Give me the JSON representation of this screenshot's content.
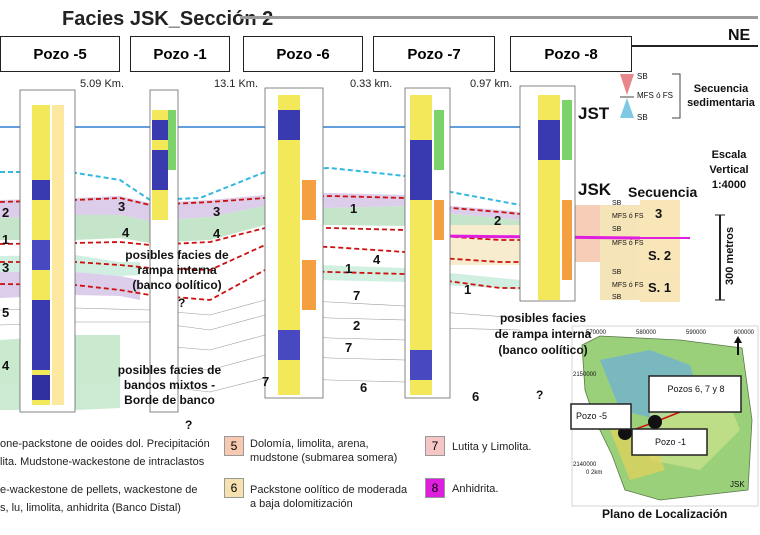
{
  "title": "Facies JSK_Sección 2",
  "direction": "NE",
  "wells": [
    "Pozo -5",
    "Pozo -1",
    "Pozo -6",
    "Pozo -7",
    "Pozo -8"
  ],
  "distances": [
    "5.09 Km.",
    "13.1 Km.",
    "0.33 km.",
    "0.97 km."
  ],
  "horizons": {
    "jst": "JST",
    "jsk": "JSK"
  },
  "sequence_legend": {
    "sb": "SB",
    "mfs": "MFS ó FS",
    "label": "Secuencia sedimentaria"
  },
  "scale": {
    "label": "Escala Vertical 1:4000",
    "bar": "300 metros"
  },
  "secuencia": {
    "title": "Secuencia",
    "rows": [
      "3",
      "S. 2",
      "S. 1"
    ]
  },
  "mini_tags": {
    "sb": "SB",
    "mfs": "MFS ó FS"
  },
  "annotations": {
    "rampa1": "posibles facies de rampa interna (banco oolítico)",
    "q1": "?",
    "bancos": "posibles facies de bancos mixtos - Borde de banco",
    "q2": "?",
    "rampa2": "posibles facies de rampa interna (banco oolítico)",
    "q3": "?"
  },
  "zone_numbers": {
    "left": [
      "2",
      "1",
      "3",
      "5",
      "4"
    ],
    "p1": [
      "3",
      "4",
      "3",
      "4"
    ],
    "p6": [
      "1",
      "1",
      "7",
      "2",
      "7",
      "6",
      "7"
    ],
    "p7": [
      "4",
      "1",
      "6"
    ],
    "p8": [
      "2"
    ]
  },
  "legend": [
    {
      "num": "5",
      "color": "#f6c9b0",
      "text": "Dolomía, limolita, arena, mudstone (submarea somera)"
    },
    {
      "num": "6",
      "color": "#f5e2b0",
      "text": "Packstone oolítico de moderada a baja dolomitización"
    },
    {
      "num": "7",
      "color": "#f4c6c6",
      "text": "Lutita y Limolita."
    },
    {
      "num": "8",
      "color": "#e01ee0",
      "text": "Anhidrita."
    }
  ],
  "legend_left": [
    "one-packstone de ooides dol. Precipitación",
    "lita. Mudstone-wackestone de intraclastos",
    "e-wackestone de pellets, wackestone de",
    "s, lu, limolita, anhidrita (Banco Distal)"
  ],
  "map": {
    "caption": "Plano de Localización",
    "labels": [
      "Pozos 6, 7 y 8",
      "Pozo -5",
      "Pozo -1"
    ],
    "corner": "JSK",
    "x_ticks": [
      "570000",
      "580000",
      "590000",
      "600000"
    ],
    "y_ticks": [
      "2150000",
      "2140000"
    ],
    "scale": "0  2km"
  },
  "colors": {
    "sb_marker": "#e6868a",
    "mfs_marker": "#7ec8e3",
    "jst_line": "#2e7fd0",
    "jsk_line": "#35b8e0",
    "correlation": "#cc1111"
  }
}
